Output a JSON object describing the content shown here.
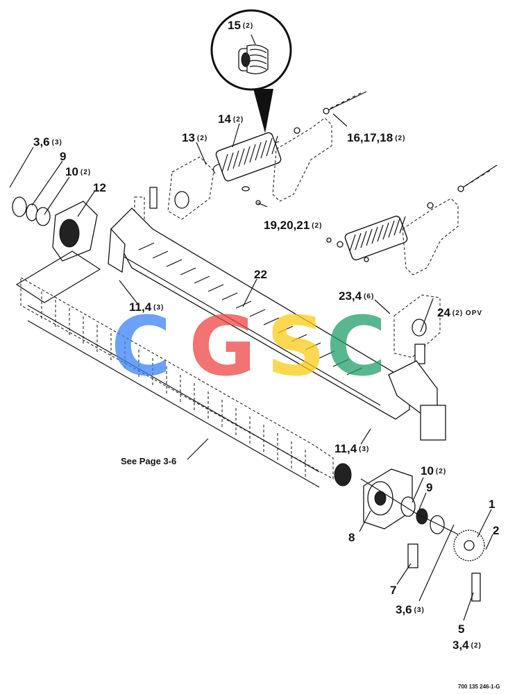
{
  "labels": {
    "p15": {
      "num": "15",
      "qty": "(2)"
    },
    "p14": {
      "num": "14",
      "qty": "(2)"
    },
    "p13": {
      "num": "13",
      "qty": "(2)"
    },
    "p16": {
      "num": "16,17,18",
      "qty": "(2)"
    },
    "p36top": {
      "num": "3,6",
      "qty": "(3)"
    },
    "p9top": {
      "num": "9",
      "qty": ""
    },
    "p10top": {
      "num": "10",
      "qty": "(2)"
    },
    "p12": {
      "num": "12",
      "qty": ""
    },
    "p19": {
      "num": "19,20,21",
      "qty": "(2)"
    },
    "p22": {
      "num": "22",
      "qty": ""
    },
    "p23": {
      "num": "23,4",
      "qty": "(6)"
    },
    "p24": {
      "num": "24",
      "qty": "(2) OPV"
    },
    "p114top": {
      "num": "11,4",
      "qty": "(3)"
    },
    "p114bot": {
      "num": "11,4",
      "qty": "(3)"
    },
    "p10bot": {
      "num": "10",
      "qty": "(2)"
    },
    "p9bot": {
      "num": "9",
      "qty": ""
    },
    "p1": {
      "num": "1",
      "qty": ""
    },
    "p2": {
      "num": "2",
      "qty": ""
    },
    "p8": {
      "num": "8",
      "qty": ""
    },
    "p7": {
      "num": "7",
      "qty": ""
    },
    "p36bot": {
      "num": "3,6",
      "qty": "(3)"
    },
    "p5": {
      "num": "5",
      "qty": ""
    },
    "p34": {
      "num": "3,4",
      "qty": "(2)"
    }
  },
  "see_page": "See Page 3-6",
  "drawing_code": "700 135 246-1-G",
  "watermark": {
    "letters": [
      "C",
      "G",
      "S",
      "C"
    ],
    "colors": [
      "#3b82f6",
      "#ef4444",
      "#facc15",
      "#22a06b"
    ]
  }
}
